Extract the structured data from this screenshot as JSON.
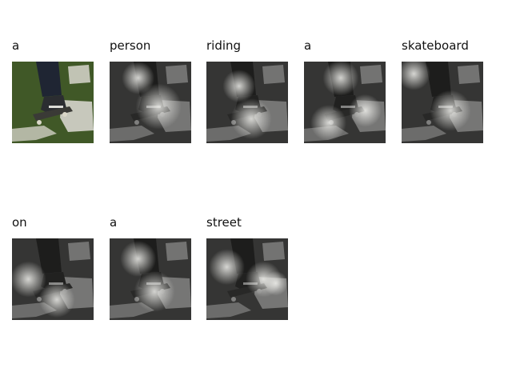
{
  "caption": {
    "words": [
      "a",
      "person",
      "riding",
      "a",
      "skateboard",
      "on",
      "a",
      "street"
    ]
  },
  "colors": {
    "grass": "#4d6b2c",
    "shadow": "#1c1f16",
    "board": "#cfcfc4",
    "shoe": "#2b2d31",
    "jeans": "#1f2533",
    "attention_dark": "#141511",
    "attention_light": "#f2f2ee"
  },
  "attention": [
    {
      "spots": [
        [
          0.35,
          0.2,
          0.2
        ],
        [
          0.6,
          0.55,
          0.28
        ]
      ]
    },
    {
      "spots": [
        [
          0.4,
          0.3,
          0.2
        ],
        [
          0.55,
          0.7,
          0.25
        ]
      ]
    },
    {
      "spots": [
        [
          0.45,
          0.2,
          0.22
        ],
        [
          0.75,
          0.6,
          0.2
        ],
        [
          0.3,
          0.75,
          0.22
        ]
      ]
    },
    {
      "spots": [
        [
          0.15,
          0.15,
          0.2
        ],
        [
          0.6,
          0.6,
          0.25
        ]
      ]
    },
    {
      "spots": [
        [
          0.2,
          0.5,
          0.22
        ],
        [
          0.55,
          0.75,
          0.22
        ]
      ]
    },
    {
      "spots": [
        [
          0.35,
          0.25,
          0.22
        ],
        [
          0.55,
          0.65,
          0.25
        ]
      ]
    },
    {
      "spots": [
        [
          0.25,
          0.35,
          0.22
        ],
        [
          0.7,
          0.5,
          0.22
        ],
        [
          0.85,
          0.55,
          0.15
        ]
      ]
    }
  ]
}
